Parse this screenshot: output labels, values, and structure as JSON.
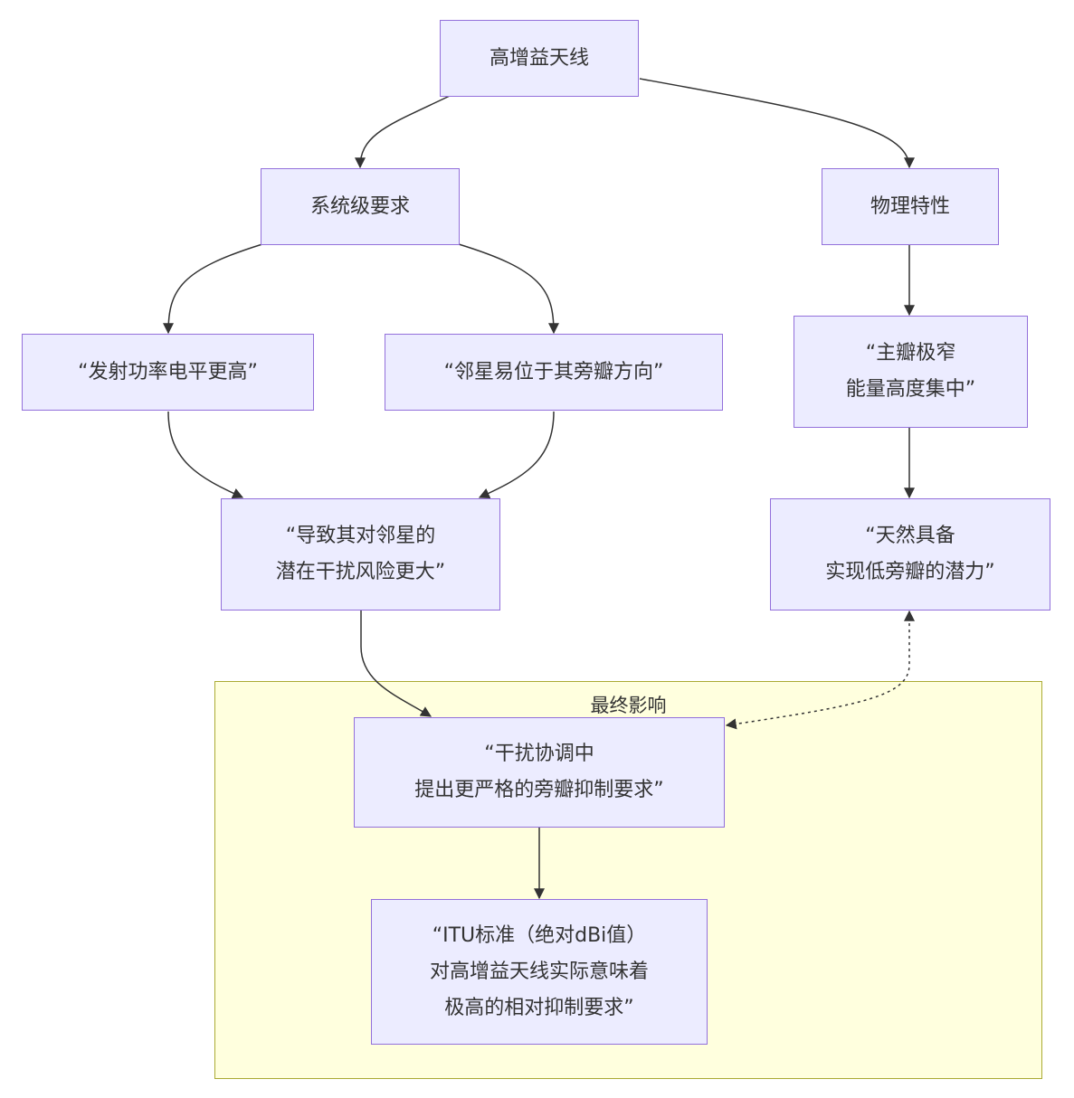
{
  "diagram": {
    "colors": {
      "node_fill": "#ececff",
      "node_border": "#9370db",
      "cluster_fill": "#ffffde",
      "cluster_border": "#aaaa33",
      "edge": "#333333"
    },
    "cluster": {
      "title": "最终影响"
    },
    "nodes": {
      "root": "高增益天线",
      "sys": "系统级要求",
      "phys": "物理特性",
      "power": "“发射功率电平更高”",
      "neighbor": "“邻星易位于其旁瓣方向”",
      "mainlobe": "“主瓣极窄\n能量高度集中”",
      "risk": "“导致其对邻星的\n潜在干扰风险更大”",
      "natural": "“天然具备\n实现低旁瓣的潜力”",
      "coord": "“干扰协调中\n提出更严格的旁瓣抑制要求”",
      "itu": "“ITU标准（绝对dBi值）\n对高增益天线实际意味着\n极高的相对抑制要求”"
    },
    "edges": [
      {
        "from": "root",
        "to": "sys",
        "style": "solid"
      },
      {
        "from": "root",
        "to": "phys",
        "style": "solid"
      },
      {
        "from": "sys",
        "to": "power",
        "style": "solid"
      },
      {
        "from": "sys",
        "to": "neighbor",
        "style": "solid"
      },
      {
        "from": "power",
        "to": "risk",
        "style": "solid"
      },
      {
        "from": "neighbor",
        "to": "risk",
        "style": "solid"
      },
      {
        "from": "phys",
        "to": "mainlobe",
        "style": "solid"
      },
      {
        "from": "mainlobe",
        "to": "natural",
        "style": "solid"
      },
      {
        "from": "risk",
        "to": "coord",
        "style": "solid"
      },
      {
        "from": "coord",
        "to": "itu",
        "style": "solid"
      },
      {
        "from": "coord",
        "to": "natural",
        "style": "dotted-bidirectional"
      }
    ]
  }
}
